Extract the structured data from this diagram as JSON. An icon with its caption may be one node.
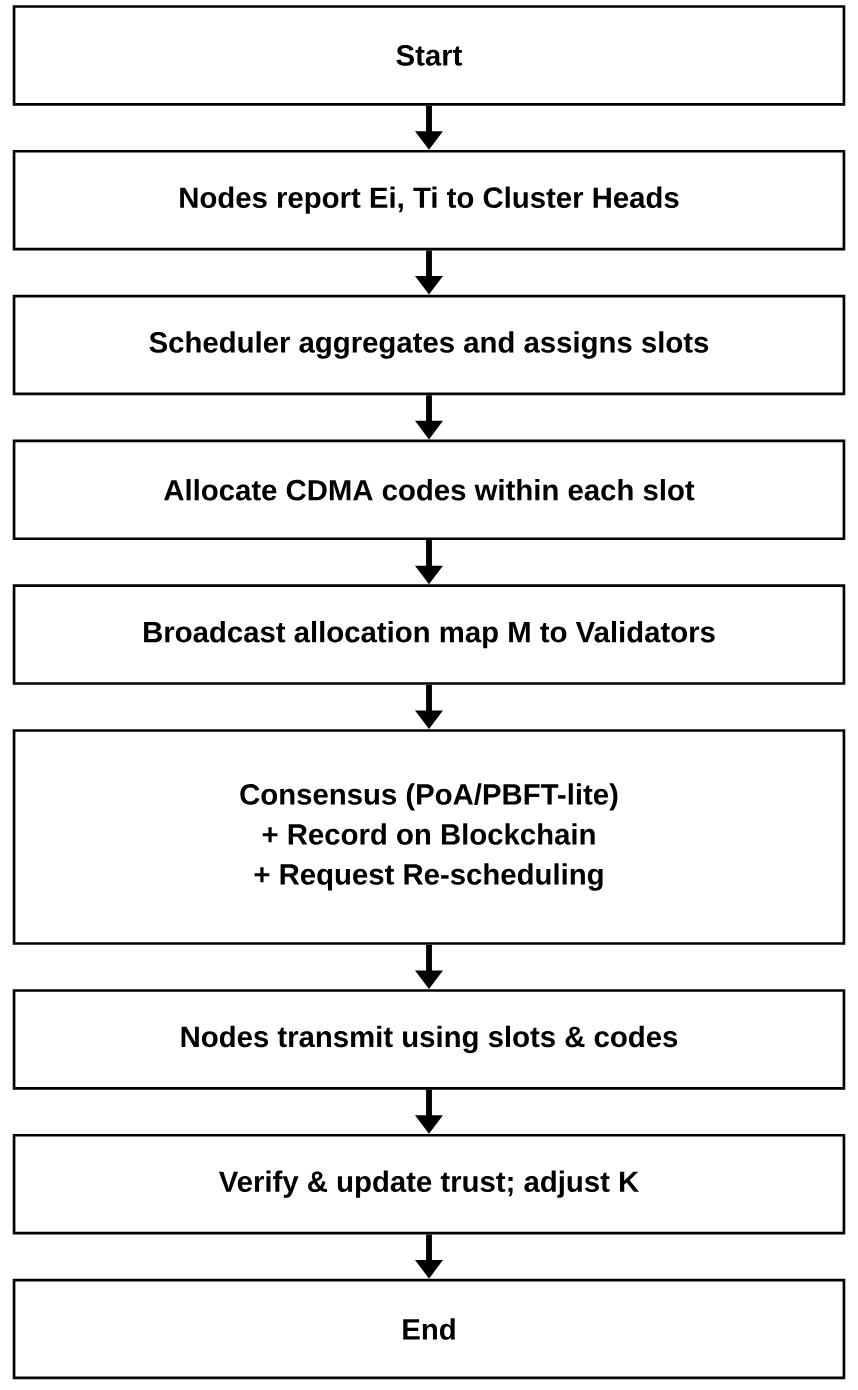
{
  "diagram": {
    "nodes": [
      {
        "text": [
          "Start"
        ]
      },
      {
        "text": [
          "Nodes report Ei, Ti to Cluster Heads"
        ]
      },
      {
        "text": [
          "Scheduler aggregates and assigns slots"
        ]
      },
      {
        "text": [
          "Allocate CDMA codes within each slot"
        ]
      },
      {
        "text": [
          "Broadcast allocation map M to Validators"
        ]
      },
      {
        "text": [
          "Consensus (PoA/PBFT-lite)",
          "+ Record on Blockchain",
          "+ Request Re-scheduling"
        ]
      },
      {
        "text": [
          "Nodes transmit using slots & codes"
        ]
      },
      {
        "text": [
          "Verify & update trust; adjust K"
        ]
      },
      {
        "text": [
          "End"
        ]
      }
    ],
    "edges": [
      {
        "from": 0,
        "to": 1,
        "arrow": "to"
      },
      {
        "from": 1,
        "to": 2,
        "arrow": "to"
      },
      {
        "from": 2,
        "to": 3,
        "arrow": "to"
      },
      {
        "from": 3,
        "to": 4,
        "arrow": "to"
      },
      {
        "from": 4,
        "to": 5,
        "arrow": "to"
      },
      {
        "from": 5,
        "to": 6,
        "arrow": "to"
      },
      {
        "from": 6,
        "to": 7,
        "arrow": "to"
      },
      {
        "from": 7,
        "to": 8,
        "arrow": "to"
      }
    ]
  }
}
